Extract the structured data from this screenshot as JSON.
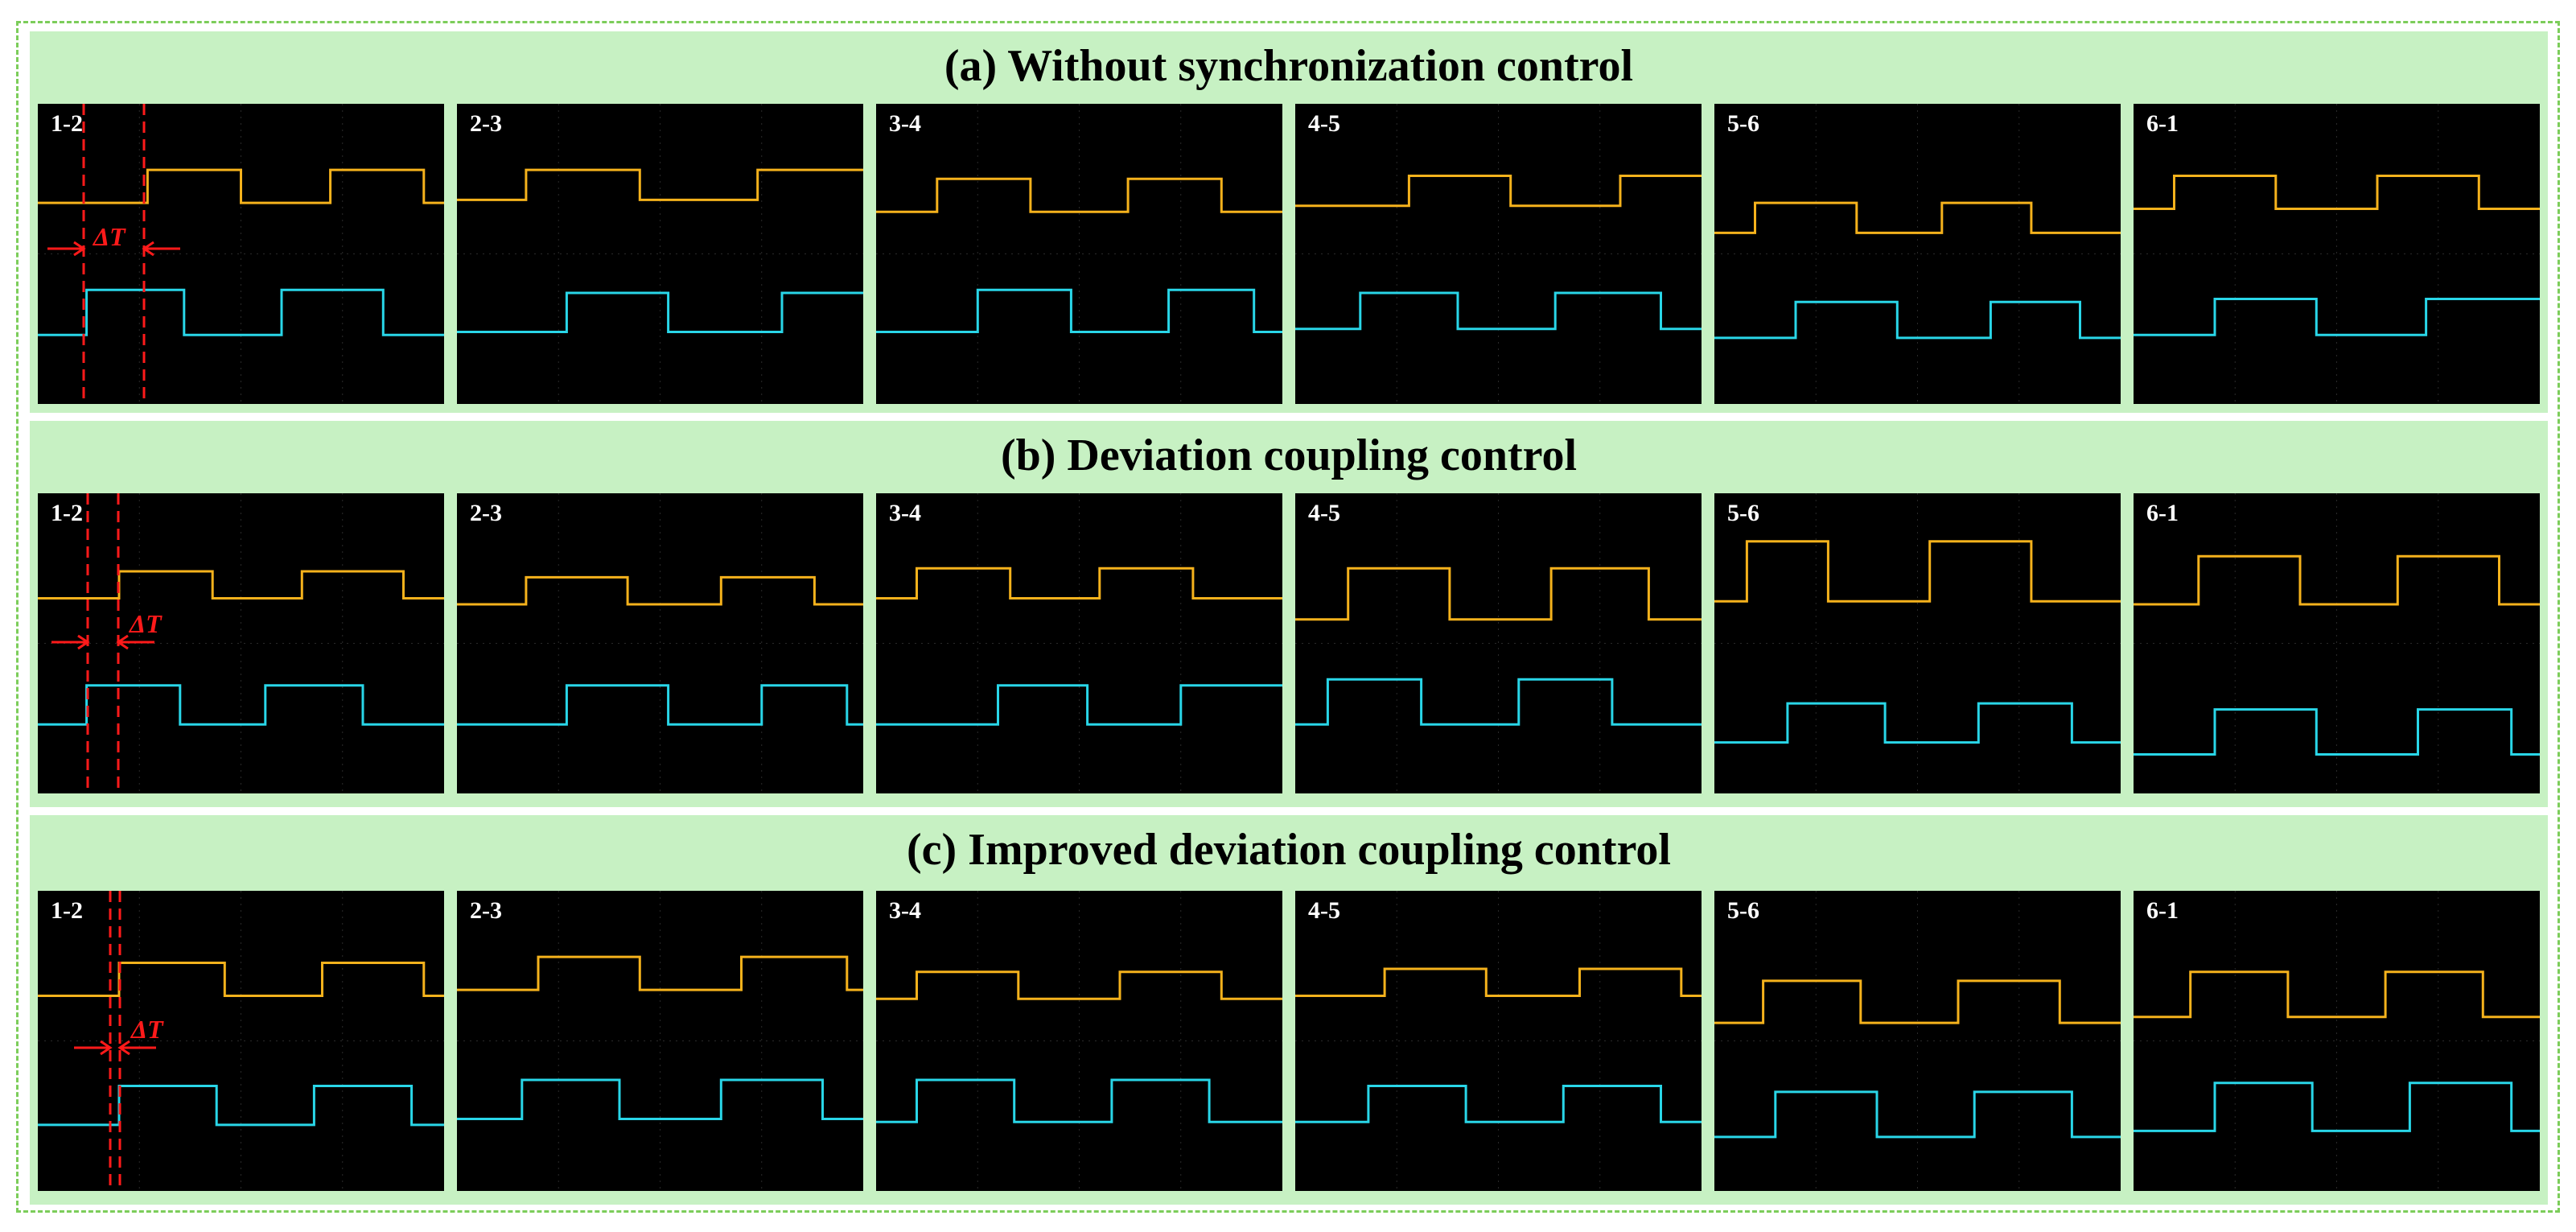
{
  "sections": [
    {
      "title": "(a) Without synchronization control",
      "panels": [
        {
          "label": "1-2",
          "show_delta": true
        },
        {
          "label": "2-3",
          "show_delta": false
        },
        {
          "label": "3-4",
          "show_delta": false
        },
        {
          "label": "4-5",
          "show_delta": false
        },
        {
          "label": "5-6",
          "show_delta": false
        },
        {
          "label": "6-1",
          "show_delta": false
        }
      ]
    },
    {
      "title": "(b) Deviation coupling control",
      "panels": [
        {
          "label": "1-2",
          "show_delta": true
        },
        {
          "label": "2-3",
          "show_delta": false
        },
        {
          "label": "3-4",
          "show_delta": false
        },
        {
          "label": "4-5",
          "show_delta": false
        },
        {
          "label": "5-6",
          "show_delta": false
        },
        {
          "label": "6-1",
          "show_delta": false
        }
      ]
    },
    {
      "title": "(c) Improved deviation coupling control",
      "panels": [
        {
          "label": "1-2",
          "show_delta": true
        },
        {
          "label": "2-3",
          "show_delta": false
        },
        {
          "label": "3-4",
          "show_delta": false
        },
        {
          "label": "4-5",
          "show_delta": false
        },
        {
          "label": "5-6",
          "show_delta": false
        },
        {
          "label": "6-1",
          "show_delta": false
        }
      ]
    }
  ],
  "delta_label": "ΔT",
  "colors": {
    "background_band": "#c7f1c3",
    "border_dashed": "#7ccd5a",
    "trace_yellow": "#f5b21c",
    "trace_cyan": "#29d6e8",
    "marker_red": "#ff1a1a",
    "scope_bg": "#000000"
  }
}
